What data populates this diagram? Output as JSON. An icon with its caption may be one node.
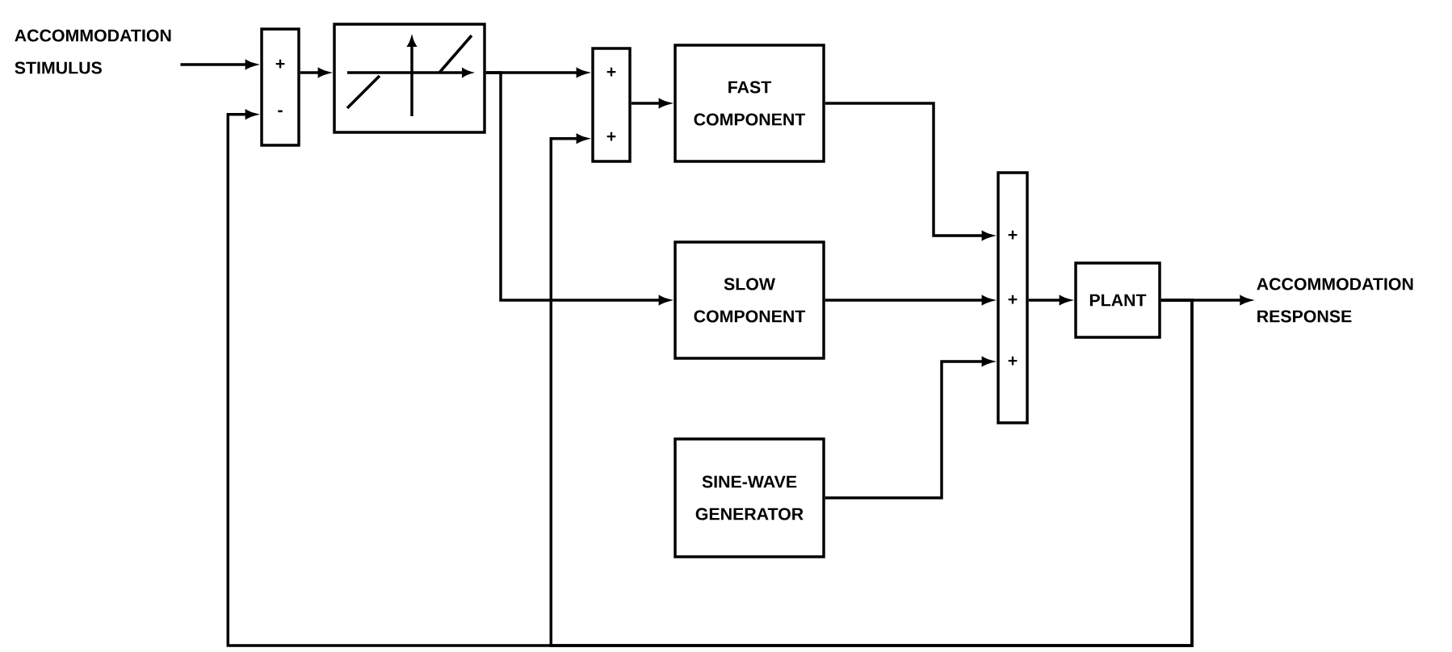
{
  "diagram": {
    "nodes": [
      {
        "text": [
          "ACCOMMODATION STIMULUS"
        ]
      },
      {
        "text": [
          "+",
          "-"
        ]
      },
      {
        "text": [],
        "shape": "box"
      },
      {
        "text": [
          "+",
          "+"
        ]
      },
      {
        "text": [
          "FAST COMPONENT"
        ]
      },
      {
        "text": [
          "SLOW COMPONENT"
        ]
      },
      {
        "text": [
          "SINE-WAVE GENERATOR"
        ]
      },
      {
        "text": [
          "+",
          "+",
          "+"
        ]
      },
      {
        "text": [
          "PLANT"
        ]
      },
      {
        "text": [
          "ACCOMMODATION RESPONSE"
        ]
      }
    ],
    "edges": [
      {
        "from": 0,
        "to": 1,
        "arrow": "to"
      },
      {
        "from": 1,
        "to": 2,
        "arrow": "to"
      },
      {
        "from": 2,
        "to": 3,
        "arrow": "to"
      },
      {
        "from": 2,
        "to": 5,
        "arrow": "to"
      },
      {
        "from": 3,
        "to": 4,
        "arrow": "to"
      },
      {
        "from": 4,
        "to": 7,
        "arrow": "to"
      },
      {
        "from": 5,
        "to": 7,
        "arrow": "to"
      },
      {
        "from": 6,
        "to": 7,
        "arrow": "to"
      },
      {
        "from": 7,
        "to": 8,
        "arrow": "to"
      },
      {
        "from": 8,
        "to": 9,
        "arrow": "to"
      },
      {
        "from": 8,
        "to": 1,
        "arrow": "to"
      },
      {
        "from": 8,
        "to": 3,
        "arrow": "to"
      }
    ]
  }
}
